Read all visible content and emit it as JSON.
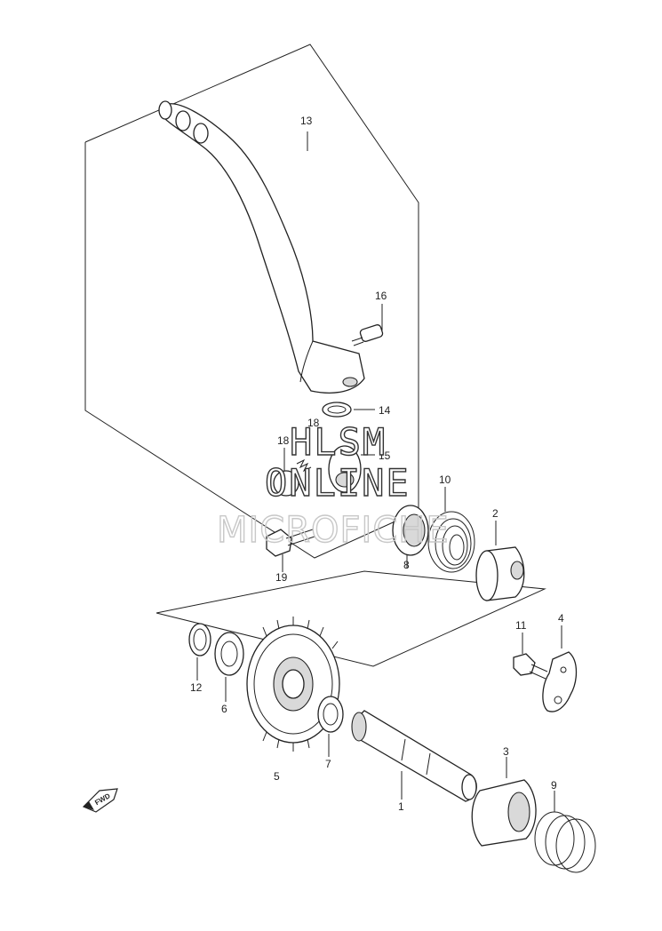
{
  "diagram": {
    "callouts": [
      {
        "id": "c13",
        "text": "13"
      },
      {
        "id": "c16",
        "text": "16"
      },
      {
        "id": "c14",
        "text": "14"
      },
      {
        "id": "c18a",
        "text": "18"
      },
      {
        "id": "c18b",
        "text": "18"
      },
      {
        "id": "c15",
        "text": "15"
      },
      {
        "id": "c10",
        "text": "10"
      },
      {
        "id": "c2",
        "text": "2"
      },
      {
        "id": "c8",
        "text": "8"
      },
      {
        "id": "c19",
        "text": "19"
      },
      {
        "id": "c4",
        "text": "4"
      },
      {
        "id": "c11",
        "text": "11"
      },
      {
        "id": "c12",
        "text": "12"
      },
      {
        "id": "c6",
        "text": "6"
      },
      {
        "id": "c7",
        "text": "7"
      },
      {
        "id": "c5",
        "text": "5"
      },
      {
        "id": "c3",
        "text": "3"
      },
      {
        "id": "c1",
        "text": "1"
      },
      {
        "id": "c9",
        "text": "9"
      }
    ],
    "direction_badge": "FWD",
    "watermark": {
      "line1": "HLSM",
      "line2": "ONLINE",
      "line3": "MICROFICHE"
    }
  }
}
